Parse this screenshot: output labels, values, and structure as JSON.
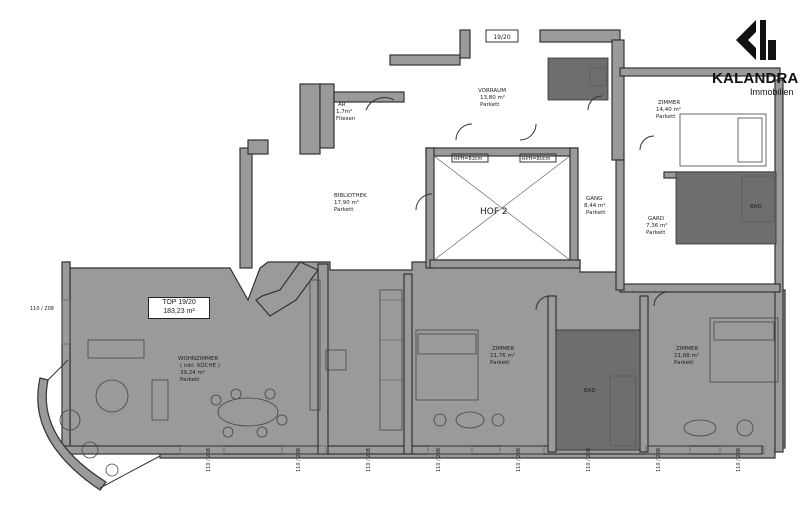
{
  "brand": {
    "name": "KALANDRA",
    "sub": "Immobilien"
  },
  "unit": {
    "line1": "TOP 19/20",
    "line2": "183,23 m²"
  },
  "stair_label": "19/20",
  "hof_label": "HOF 2",
  "rooms": [
    {
      "id": "vorraum",
      "name": "VORRAUM",
      "area": "13,80 m²",
      "floor": "Parkett"
    },
    {
      "id": "ar",
      "name": "AR",
      "area": "1,7m²",
      "floor": "Fliesen"
    },
    {
      "id": "bibliothek",
      "name": "BIBLIOTHEK",
      "area": "17,90 m²",
      "floor": "Parkett"
    },
    {
      "id": "gang",
      "name": "GANG",
      "area": "8,44 m²",
      "floor": "Parkett"
    },
    {
      "id": "zimmer1",
      "name": "ZIMMER",
      "area": "14,40 m²",
      "floor": "Parkett"
    },
    {
      "id": "gard",
      "name": "GARD",
      "area": "7,36 m²",
      "floor": "Parkett"
    },
    {
      "id": "bad1",
      "name": "BAD",
      "area": "",
      "floor": ""
    },
    {
      "id": "wohnzimmer",
      "name": "WOHNZIMMER",
      "area": "39,24 m²",
      "floor": "Parkett",
      "sub": "( inkl. KÜCHE )"
    },
    {
      "id": "zimmer2",
      "name": "ZIMMER",
      "area": "21,76 m²",
      "floor": "Parkett"
    },
    {
      "id": "bad2",
      "name": "BAD",
      "area": "",
      "floor": ""
    },
    {
      "id": "zimmer3",
      "name": "ZIMMER",
      "area": "21,88 m²",
      "floor": "Parkett"
    }
  ],
  "door_labels": {
    "rph1": "RPH=83cm",
    "rph2": "RPH=80cm"
  },
  "window_dims": [
    "110\n208",
    "110\n208",
    "110\n208",
    "110\n208",
    "110\n208",
    "110\n208",
    "110\n208",
    "110\n208",
    "110\n208"
  ]
}
